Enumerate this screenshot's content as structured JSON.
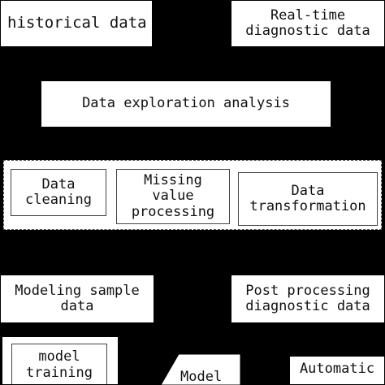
{
  "diagram": {
    "historical_data": "historical data",
    "realtime_data": [
      "Real-time",
      "diagnostic data"
    ],
    "exploration": "Data exploration analysis",
    "preprocessing": {
      "cleaning": [
        "Data",
        "cleaning"
      ],
      "missing": [
        "Missing",
        "value",
        "processing"
      ],
      "transformation": [
        "Data",
        "transformation"
      ]
    },
    "modeling_sample": [
      "Modeling sample",
      "data"
    ],
    "post_processing": [
      "Post processing",
      "diagnostic data"
    ],
    "model_training": [
      "model",
      "training"
    ],
    "model": "Model",
    "automatic": "Automatic"
  },
  "colors": {
    "background": "#000000",
    "box": "#ffffff",
    "text": "#111111"
  }
}
